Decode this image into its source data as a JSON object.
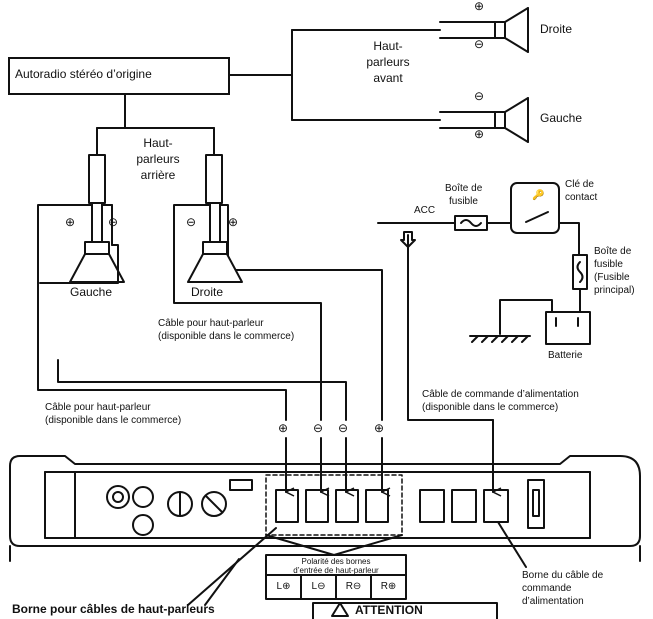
{
  "head_unit": "Autoradio stéréo d’origine",
  "front": {
    "group_label_1": "Haut-",
    "group_label_2": "parleurs",
    "group_label_3": "avant",
    "right_label": "Droite",
    "left_label": "Gauche"
  },
  "rear": {
    "group_label_1": "Haut-",
    "group_label_2": "parleurs",
    "group_label_3": "arrière",
    "left_label": "Gauche",
    "right_label": "Droite"
  },
  "power": {
    "acc": "ACC",
    "fuse_box_1": "Boîte de",
    "fuse_box_2": "fusible",
    "ignition_1": "Clé de",
    "ignition_2": "contact",
    "main_fuse_1": "Boîte de",
    "main_fuse_2": "fusible",
    "main_fuse_3": "(Fusible",
    "main_fuse_4": "principal)",
    "battery": "Batterie"
  },
  "cables": {
    "rear_right_1": "Câble pour haut-parleur",
    "rear_right_2": "(disponible dans le commerce)",
    "rear_left_1": "Câble pour haut-parleur",
    "rear_left_2": "(disponible dans le commerce)",
    "remote_1": "Câble de commande d’alimentation",
    "remote_2": "(disponible dans le commerce)"
  },
  "polarity": {
    "title_1": "Polarité des bornes",
    "title_2": "d’entrée de haut-parleur",
    "cells": [
      "L⊕",
      "L⊖",
      "R⊖",
      "R⊕"
    ]
  },
  "symbols": {
    "plus": "⊕",
    "minus": "⊖"
  },
  "footer": {
    "speaker_terminal": "Borne pour câbles de haut-parleurs",
    "remote_terminal_1": "Borne du câble de",
    "remote_terminal_2": "commande",
    "remote_terminal_3": "d’alimentation",
    "caution": "ATTENTION"
  }
}
